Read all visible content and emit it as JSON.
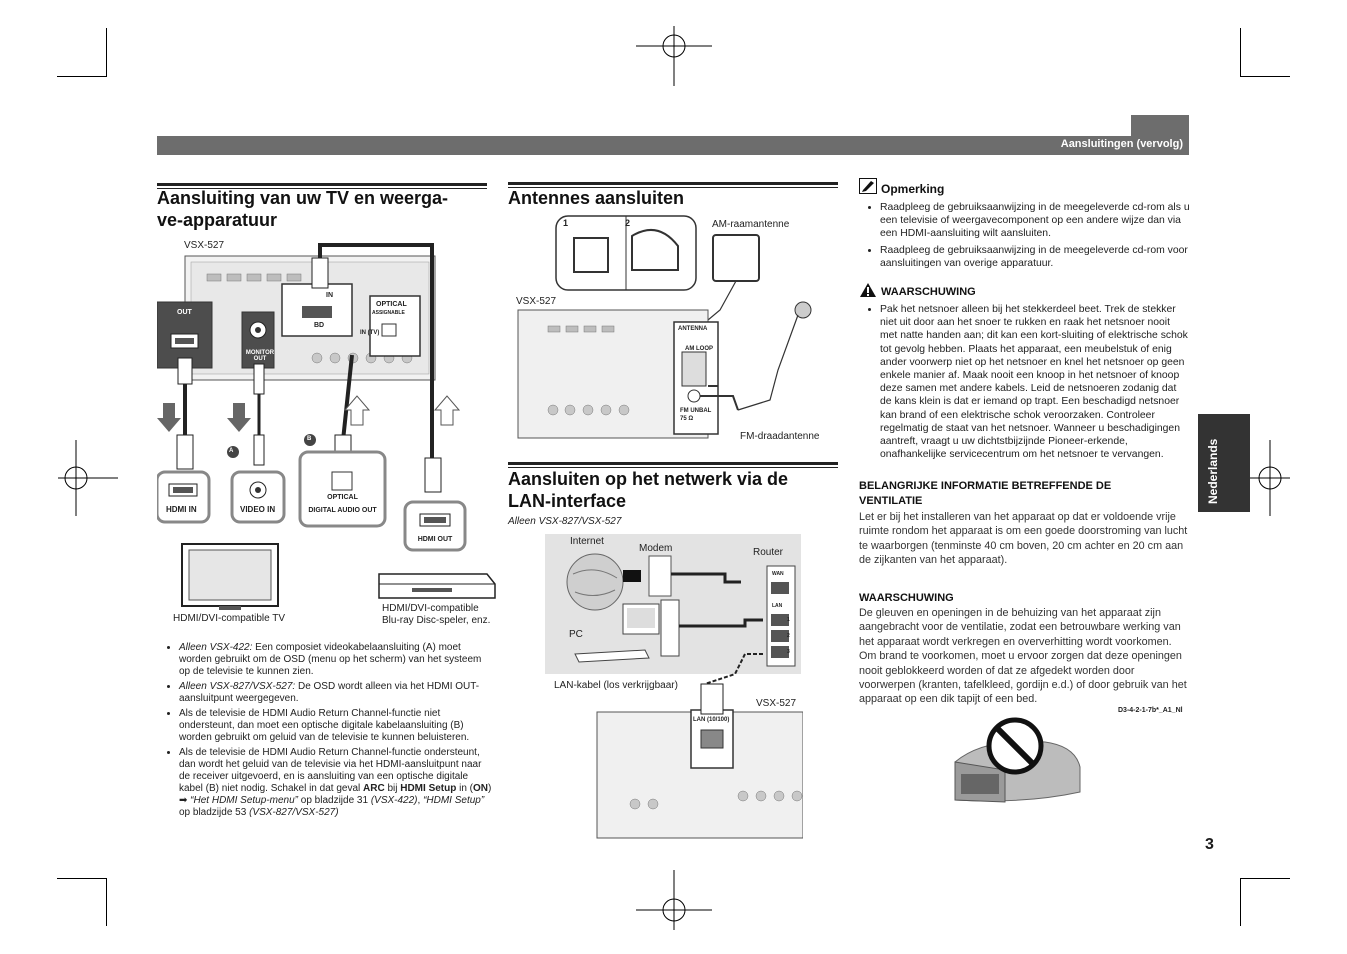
{
  "header": {
    "title": "Aansluitingen (vervolg)"
  },
  "side_tab": {
    "label": "Nederlands"
  },
  "page_number": "3",
  "left": {
    "heading": "Aansluiting van uw TV en weerga-ve-apparatuur",
    "heading_line1": "Aansluiting van uw TV en weerga-",
    "heading_line2": "ve-apparatuur",
    "model_label": "VSX-527",
    "labels": {
      "out": "OUT",
      "monitor_out": "MONITOR OUT",
      "bd": "BD",
      "in": "IN",
      "optical": "OPTICAL",
      "assignable": "ASSIGNABLE",
      "in_tv": "IN (TV)",
      "hdmi_in": "HDMI IN",
      "video_in": "VIDEO IN",
      "optical_digital": "OPTICAL",
      "digital_audio_out": "DIGITAL AUDIO OUT",
      "hdmi_out": "HDMI OUT",
      "marker_a": "A",
      "marker_b": "B"
    },
    "tv_caption": "HDMI/DVI-compatible TV",
    "player_caption_1": "HDMI/DVI-compatible",
    "player_caption_2": "Blu-ray Disc-speler, enz.",
    "bullets": [
      {
        "em": "Alleen VSX-422:",
        "text": " Een composiet videokabelaansluiting (A) moet worden gebruikt om de OSD (menu op het scherm) van het systeem op de televisie te kunnen zien."
      },
      {
        "em": "Alleen VSX-827/VSX-527:",
        "text": " De OSD wordt alleen via het HDMI OUT-aansluitpunt weergegeven."
      },
      {
        "em": "",
        "text": "Als de televisie de HDMI Audio Return Channel-functie niet ondersteunt, dan moet een optische digitale kabelaansluiting (B) worden gebruikt om geluid van de televisie te kunnen beluisteren."
      }
    ],
    "bullet4": {
      "a": "Als de televisie de HDMI Audio Return Channel-functie ondersteunt, dan wordt het geluid van de televisie via het HDMI-aansluitpunt naar de receiver uitgevoerd, en is aansluiting van een optische digitale kabel (B) niet nodig. Schakel in dat geval ",
      "arc": "ARC",
      "b": " bij ",
      "setup": "HDMI Setup",
      "c": " in (",
      "on": "ON",
      "d": ") ➡ ",
      "e": "“Het HDMI Setup-menu”",
      "f": " op bladzijde 31 ",
      "g": "(VSX-422)",
      "h": ", ",
      "i": "“HDMI Setup”",
      "j": " op bladzijde 53 ",
      "k": "(VSX-827/VSX-527)"
    }
  },
  "middle": {
    "antenna_heading": "Antennes aansluiten",
    "step1": "1",
    "step2": "2",
    "am_label": "AM-raamantenne",
    "model_label": "VSX-527",
    "antenna_box": "ANTENNA",
    "am_loop": "AM LOOP",
    "fm_unbal": "FM UNBAL",
    "ohm": "75 Ω",
    "fm_label": "FM-draadantenne",
    "lan_heading_line1": "Aansluiten op het netwerk via de",
    "lan_heading_line2": "LAN-interface",
    "lan_subtitle": "Alleen VSX-827/VSX-527",
    "internet": "Internet",
    "modem": "Modem",
    "router": "Router",
    "pc": "PC",
    "wan": "WAN",
    "lan": "LAN",
    "port1": "1",
    "port2": "2",
    "port3": "3",
    "lan_cable": "LAN-kabel (los verkrijgbaar)",
    "model_label2": "VSX-527",
    "lan_port": "LAN (10/100)"
  },
  "right": {
    "note_title": "Opmerking",
    "note_items": [
      "Raadpleeg de gebruiksaanwijzing in de meegeleverde cd-rom als u een televisie of weergavecomponent op een andere wijze dan via een HDMI-aansluiting wilt aansluiten.",
      "Raadpleeg de gebruiksaanwijzing in de meegeleverde cd-rom voor aansluitingen van overige apparatuur."
    ],
    "warning_title": "WAARSCHUWING",
    "warning_items": [
      "Pak het netsnoer alleen bij het stekkerdeel beet. Trek de stekker niet uit door aan het snoer te rukken en raak het netsnoer nooit met natte handen aan; dit kan een kort-sluiting of elektrische schok tot gevolg hebben. Plaats het apparaat, een meubelstuk of enig ander voorwerp niet op het netsnoer en knel het netsnoer op geen enkele manier af. Maak nooit een knoop in het netsnoer of knoop deze samen met andere kabels. Leid de netsnoeren zodanig dat de kans klein is dat er iemand op trapt. Een beschadigd netsnoer kan brand of een elektrische schok veroorzaken. Controleer regelmatig de staat van het netsnoer. Wanneer u beschadigingen aantreft, vraagt u uw dichtstbijzijnde Pioneer-erkende, onafhankelijke servicecentrum om het netsnoer te vervangen."
    ],
    "vent_heading_line1": "BELANGRIJKE INFORMATIE BETREFFENDE DE",
    "vent_heading_line2": "VENTILATIE",
    "vent_text": "Let er bij het installeren van het apparaat op dat er voldoende vrije ruimte rondom het apparaat is om een goede doorstroming van lucht te waarborgen (tenminste 40 cm boven, 20 cm achter en 20 cm aan de zijkanten van het apparaat).",
    "warn2_title": "WAARSCHUWING",
    "warn2_text": "De gleuven en openingen in de behuizing van het apparaat zijn aangebracht voor de ventilatie, zodat een betrouwbare werking van het apparaat wordt verkregen en oververhitting wordt voorkomen. Om brand te voorkomen, moet u ervoor zorgen dat deze openingen nooit geblokkeerd worden of dat ze afgedekt worden door voorwerpen (kranten, tafelkleed, gordijn e.d.) of door gebruik van het apparaat op een dik tapijt of een bed.",
    "doc_code": "D3-4-2-1-7b*_A1_Nl"
  }
}
